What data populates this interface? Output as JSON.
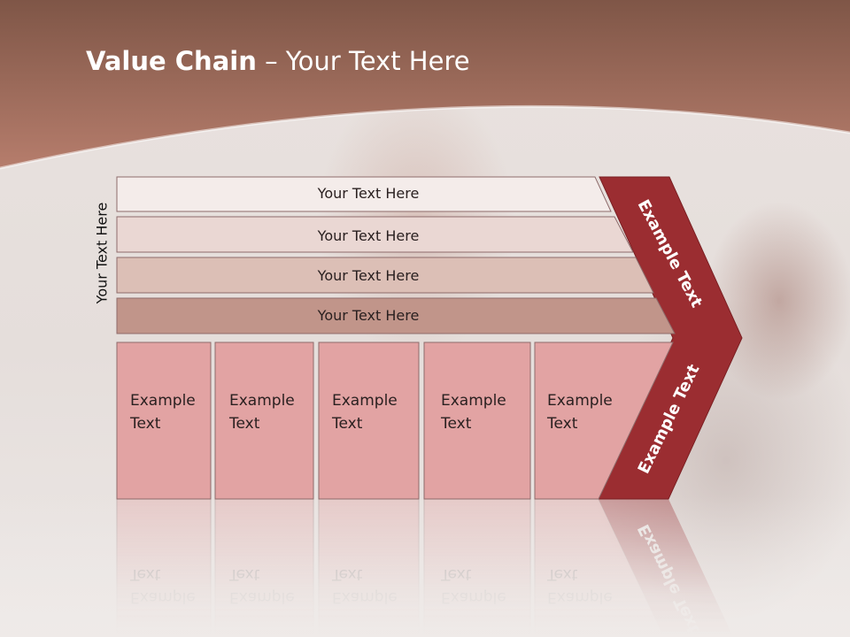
{
  "slide": {
    "title_bold": "Value Chain",
    "title_rest": " – Your Text Here",
    "side_label": "Your Text Here"
  },
  "support_rows": [
    {
      "label": "Your Text Here",
      "color": "#f4ecea"
    },
    {
      "label": "Your Text Here",
      "color": "#ead7d3"
    },
    {
      "label": "Your Text Here",
      "color": "#dcbfb6"
    },
    {
      "label": "Your Text Here",
      "color": "#c1958a"
    }
  ],
  "primary_boxes": [
    {
      "line1": "Example",
      "line2": "Text"
    },
    {
      "line1": "Example",
      "line2": "Text"
    },
    {
      "line1": "Example",
      "line2": "Text"
    },
    {
      "line1": "Example",
      "line2": "Text"
    },
    {
      "line1": "Example",
      "line2": "Text"
    }
  ],
  "chevron": {
    "top_label": "Example Text",
    "bottom_label": "Example Text",
    "color": "#9b2d31"
  },
  "colors": {
    "title_band": "#a96c5d",
    "box_fill": "#e2a3a3"
  }
}
